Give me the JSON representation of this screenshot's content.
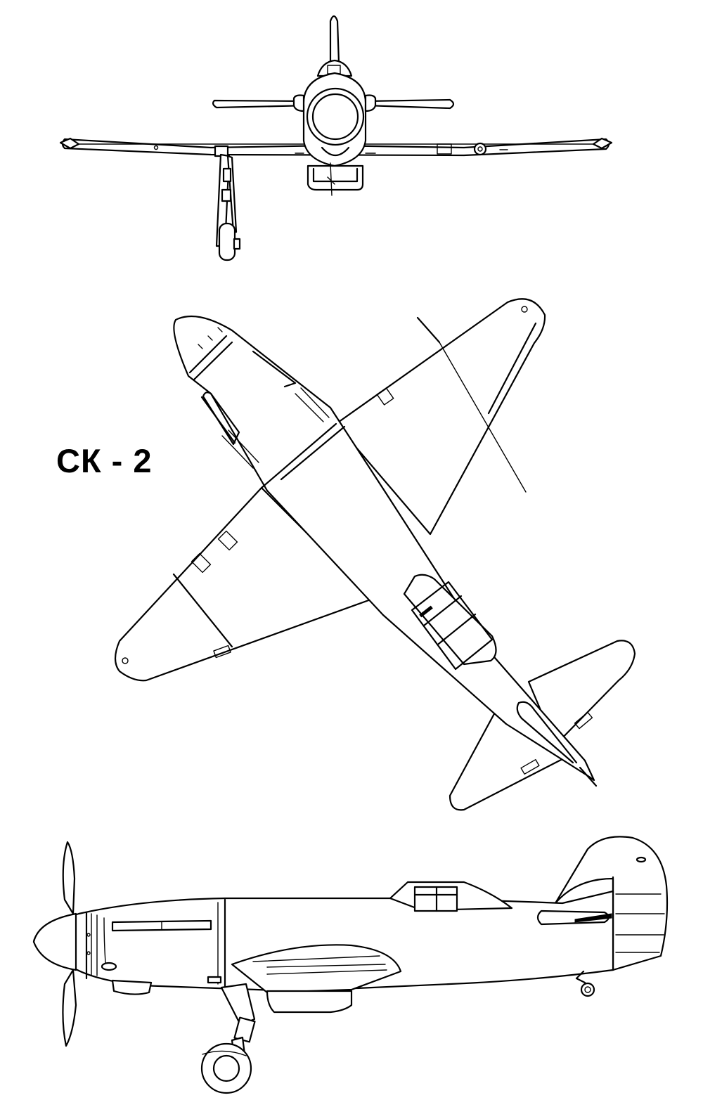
{
  "title": {
    "designation": "СК - 2"
  },
  "colors": {
    "ink": "#000000",
    "paper": "#ffffff"
  },
  "views": [
    "front-view",
    "top-view",
    "side-view"
  ]
}
